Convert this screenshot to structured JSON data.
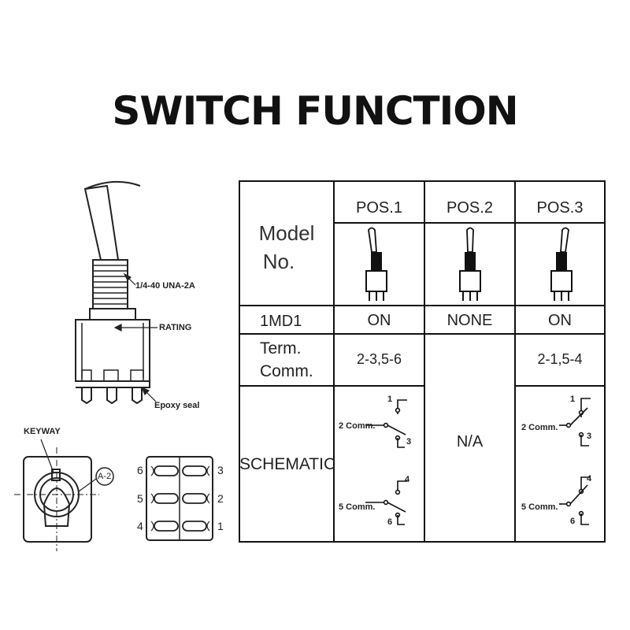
{
  "title": "SWITCH FUNCTION",
  "drawing": {
    "thread_label": "1/4-40 UNA-2A",
    "rating_label": "RATING",
    "epoxy_label": "Epoxy seal",
    "keyway_label": "KEYWAY",
    "section_label": "A-2",
    "pin_numbers_left": [
      "6",
      "5",
      "4"
    ],
    "pin_numbers_right": [
      "3",
      "2",
      "1"
    ]
  },
  "table": {
    "header_model": "Model",
    "header_no": "No.",
    "positions": [
      "POS.1",
      "POS.2",
      "POS.3"
    ],
    "model_name": "1MD1",
    "states": [
      "ON",
      "NONE",
      "ON"
    ],
    "term_label_1": "Term.",
    "term_label_2": "Comm.",
    "term_values": [
      "2-3,5-6",
      "2-1,5-4"
    ],
    "schematic_label": "SCHEMATIC",
    "na_text": "N/A",
    "schematic": {
      "pos1": {
        "t1": "1",
        "t2": "2 Comm.",
        "t3": "3",
        "t4": "4",
        "t5": "5 Comm.",
        "t6": "6"
      },
      "pos3": {
        "t1": "1",
        "t2": "2 Comm.",
        "t3": "3",
        "t4": "4",
        "t5": "5 Comm.",
        "t6": "6"
      }
    }
  }
}
